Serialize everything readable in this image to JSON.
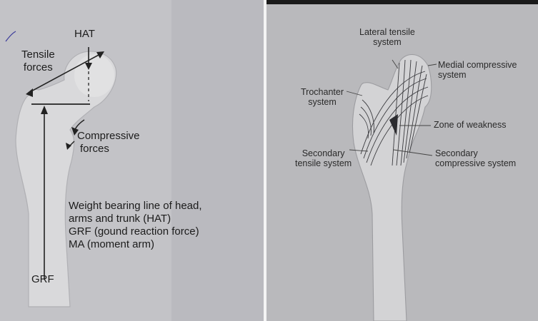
{
  "left": {
    "labels": {
      "hat": "HAT",
      "tensile": [
        "Tensile",
        "forces"
      ],
      "compressive": [
        "Compressive",
        "forces"
      ],
      "grf": "GRF"
    },
    "legend": [
      "Weight bearing line of head,",
      "arms and trunk (HAT)",
      "GRF (gound reaction force)",
      "MA (moment arm)"
    ]
  },
  "right": {
    "labels": {
      "lateral_tensile": [
        "Lateral tensile",
        "system"
      ],
      "medial_compressive": [
        "Medial compressive",
        "system"
      ],
      "trochanter": [
        "Trochanter",
        "system"
      ],
      "zone_weakness": "Zone of weakness",
      "secondary_tensile": [
        "Secondary",
        "tensile system"
      ],
      "secondary_compressive": [
        "Secondary",
        "compressive system"
      ]
    }
  },
  "colors": {
    "bone": "#dadadc",
    "bone_shadow": "#a9a9ad",
    "line": "#2a2a2e",
    "text": "#1c1c1c"
  }
}
